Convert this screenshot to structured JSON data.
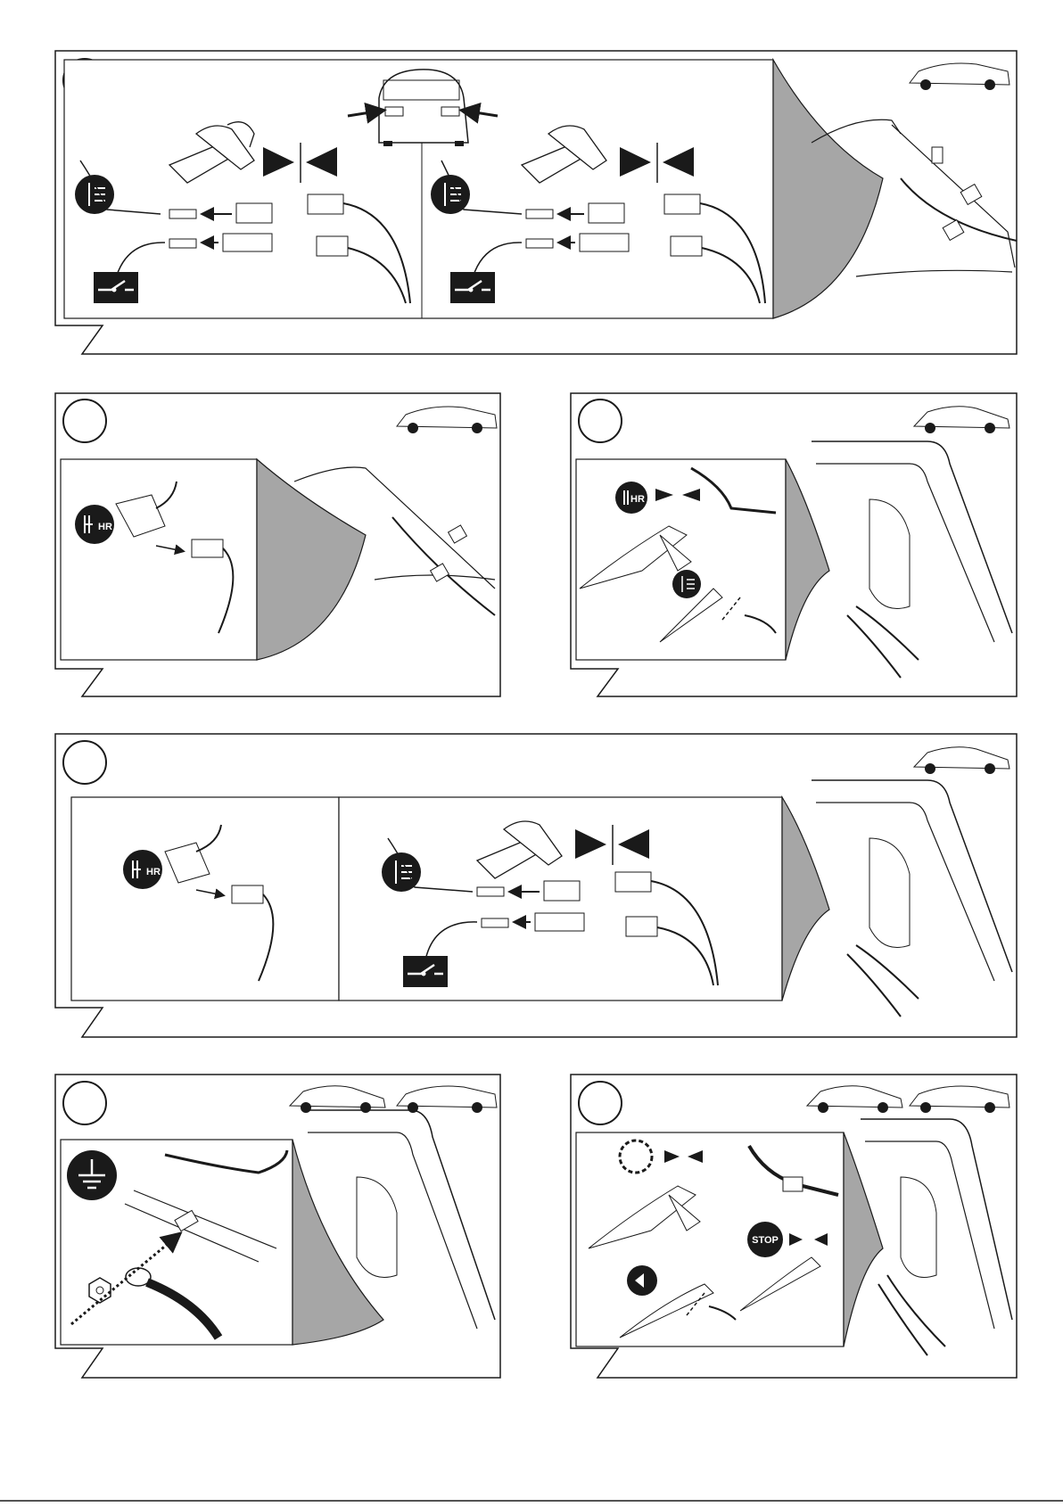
{
  "document": {
    "type": "wiring-installation-instructions",
    "language": "none",
    "colors": {
      "line": "#1a1a1a",
      "fill": "#ffffff",
      "page_curl": "#a6a6a6",
      "icon": "#1a1a1a"
    }
  },
  "panels": [
    {
      "id": "panel-1",
      "step_number": "",
      "vehicles": [
        "estate"
      ],
      "contents": [
        "rear-view-car-arrows",
        "crimp-tool",
        "fog-lamp-icon",
        "reverse-switch-icon",
        "connectors",
        "page-curl-trunk"
      ]
    },
    {
      "id": "panel-2",
      "step_number": "",
      "vehicles": [
        "estate"
      ],
      "contents": [
        "thr-icon",
        "quick-connector",
        "page-curl-trunk"
      ]
    },
    {
      "id": "panel-3",
      "step_number": "",
      "vehicles": [
        "saloon"
      ],
      "contents": [
        "thr-icon",
        "pliers",
        "fog-lamp-icon",
        "cut-wire",
        "page-curl-trunk"
      ]
    },
    {
      "id": "panel-4",
      "step_number": "",
      "vehicles": [
        "saloon"
      ],
      "contents": [
        "thr-icon",
        "crimp-tool",
        "fog-lamp-icon",
        "reverse-switch-icon",
        "page-curl-trunk"
      ]
    },
    {
      "id": "panel-5",
      "step_number": "",
      "vehicles": [
        "saloon",
        "estate"
      ],
      "contents": [
        "ground-icon",
        "ring-terminal",
        "nut",
        "page-curl-trunk"
      ]
    },
    {
      "id": "panel-6",
      "step_number": "",
      "vehicles": [
        "saloon",
        "estate"
      ],
      "contents": [
        "light-icon",
        "stop-icon",
        "indicator-icon",
        "pliers",
        "page-curl-trunk"
      ]
    }
  ],
  "icons": {
    "thr_label": "HR",
    "stop_label": "STOP"
  }
}
